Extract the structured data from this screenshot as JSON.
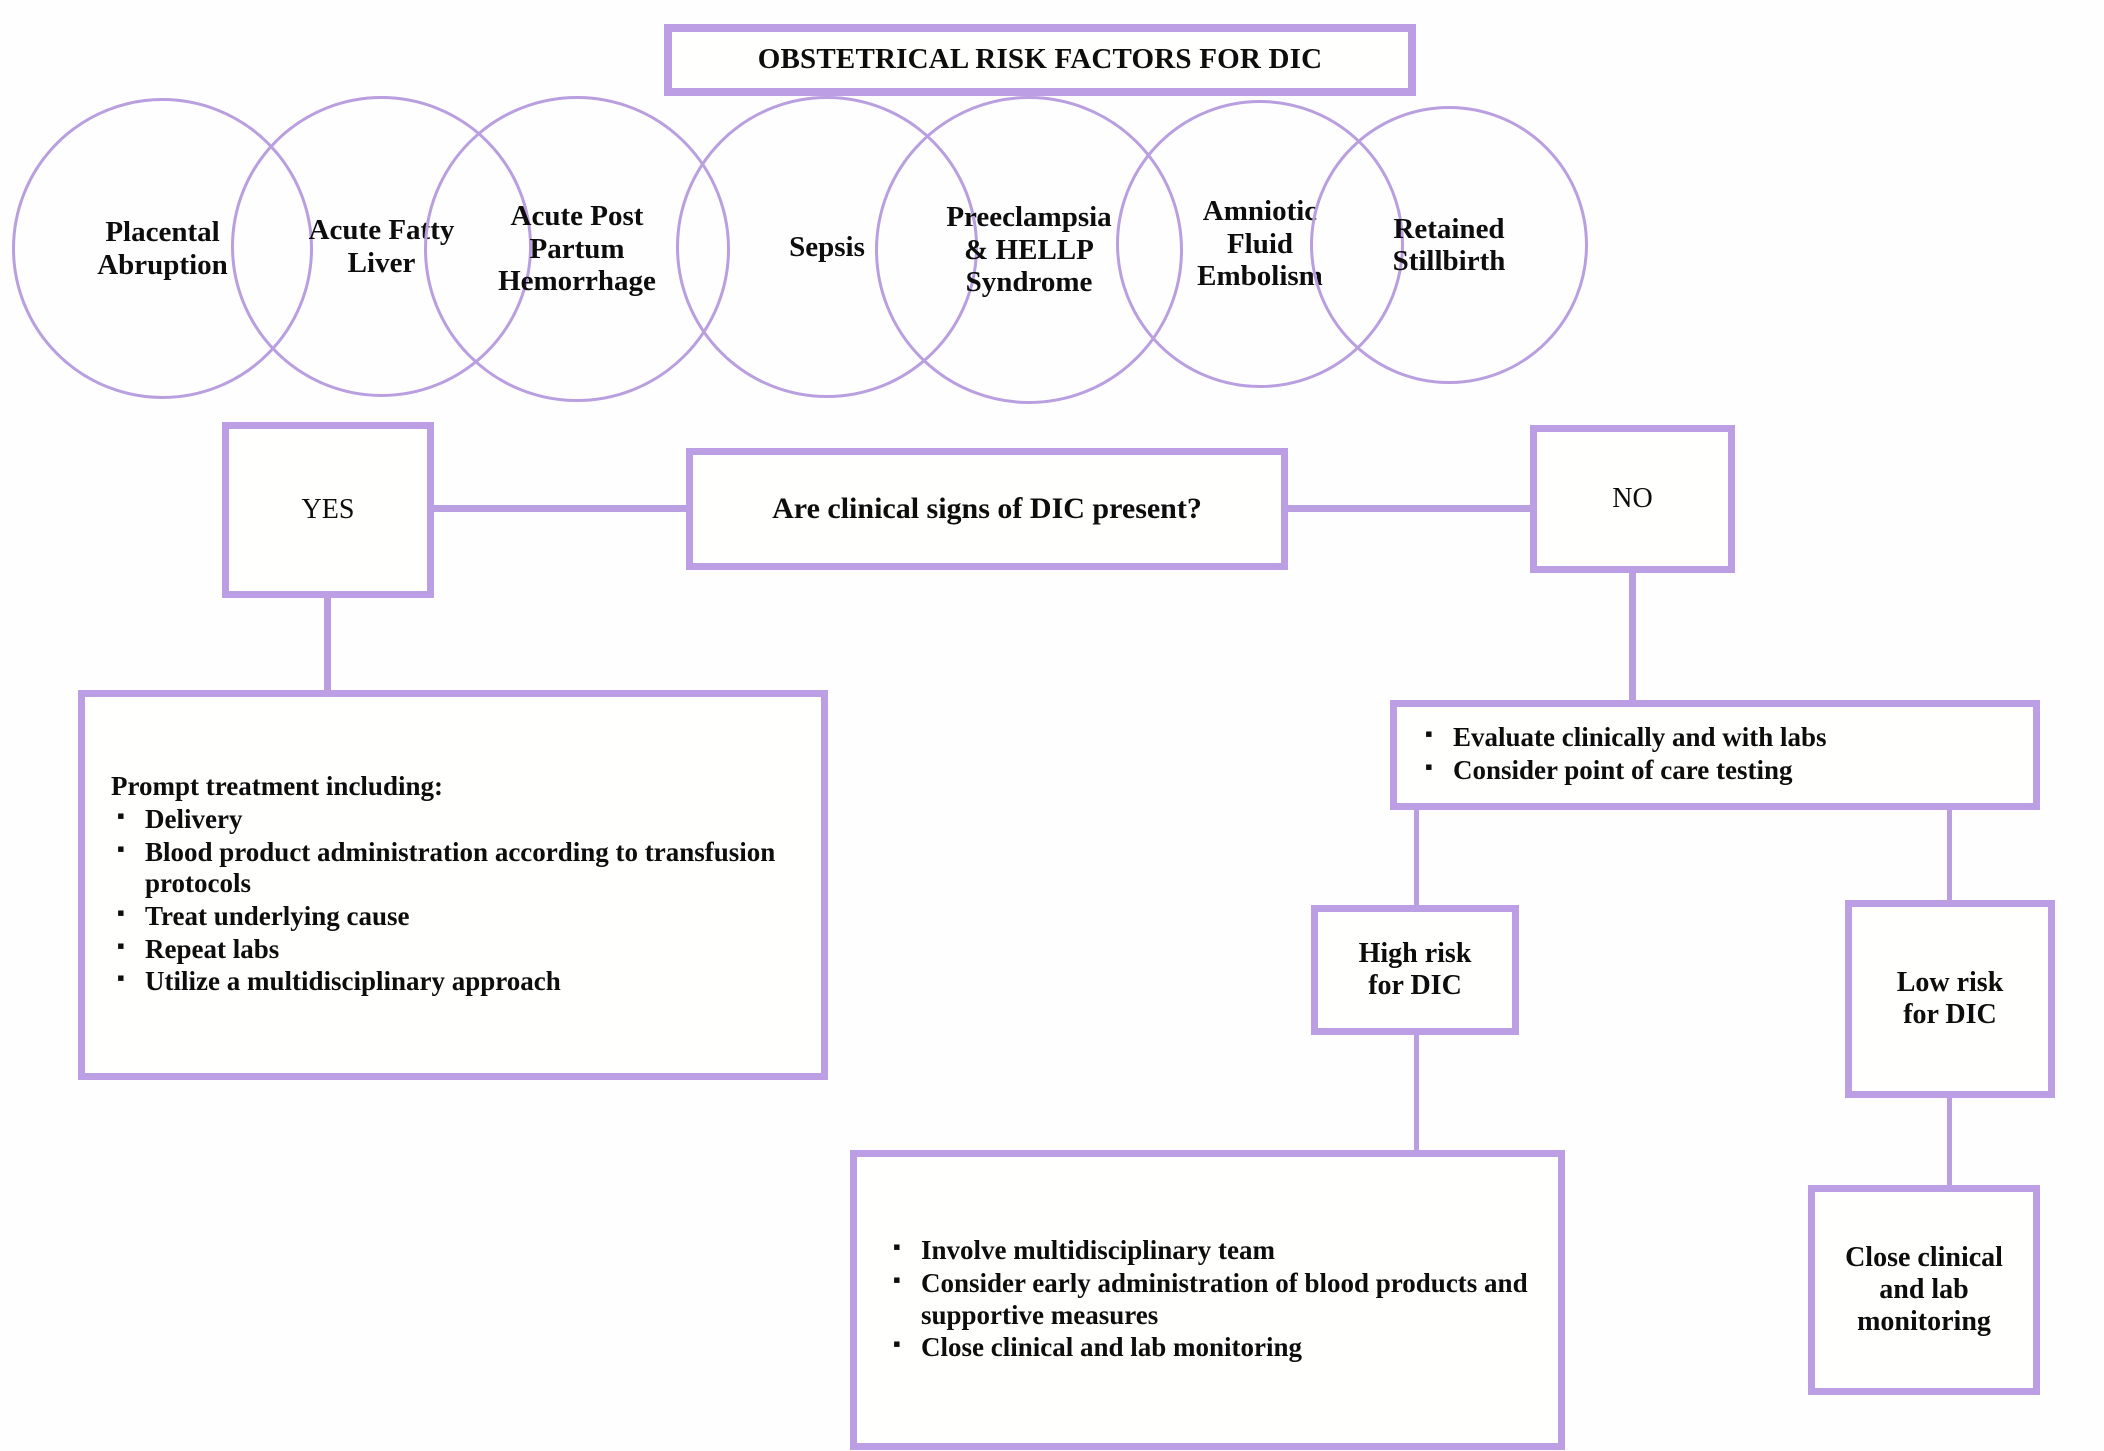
{
  "title": {
    "text": "OBSTETRICAL RISK FACTORS FOR DIC"
  },
  "risk_factors": [
    {
      "label": "Placental\nAbruption"
    },
    {
      "label": "Acute Fatty\nLiver"
    },
    {
      "label": "Acute Post\nPartum\nHemorrhage"
    },
    {
      "label": "Sepsis"
    },
    {
      "label": "Preeclampsia\n& HELLP\nSyndrome"
    },
    {
      "label": "Amniotic\nFluid\nEmbolism"
    },
    {
      "label": "Retained\nStillbirth"
    }
  ],
  "decision": {
    "question": "Are clinical signs of DIC present?",
    "yes_label": "YES",
    "no_label": "NO"
  },
  "yes_branch": {
    "lead": "Prompt treatment including:",
    "items": [
      "Delivery",
      "Blood product administration according to transfusion protocols",
      "Treat underlying cause",
      "Repeat labs",
      "Utilize a multidisciplinary approach"
    ]
  },
  "no_branch": {
    "evaluate_items": [
      "Evaluate clinically and with labs",
      "Consider point of care testing"
    ],
    "high_risk_label": "High risk\nfor DIC",
    "low_risk_label": "Low risk\nfor DIC",
    "high_risk_items": [
      "Involve multidisciplinary team",
      "Consider early administration of blood products and supportive measures",
      "Close clinical and lab monitoring"
    ],
    "low_risk_action": "Close clinical\nand lab\nmonitoring"
  },
  "colors": {
    "accent_border": "#bb9ee4",
    "circle_stroke": "#b99ee0",
    "text": "#0d0d0d",
    "background": "#fefefe"
  }
}
